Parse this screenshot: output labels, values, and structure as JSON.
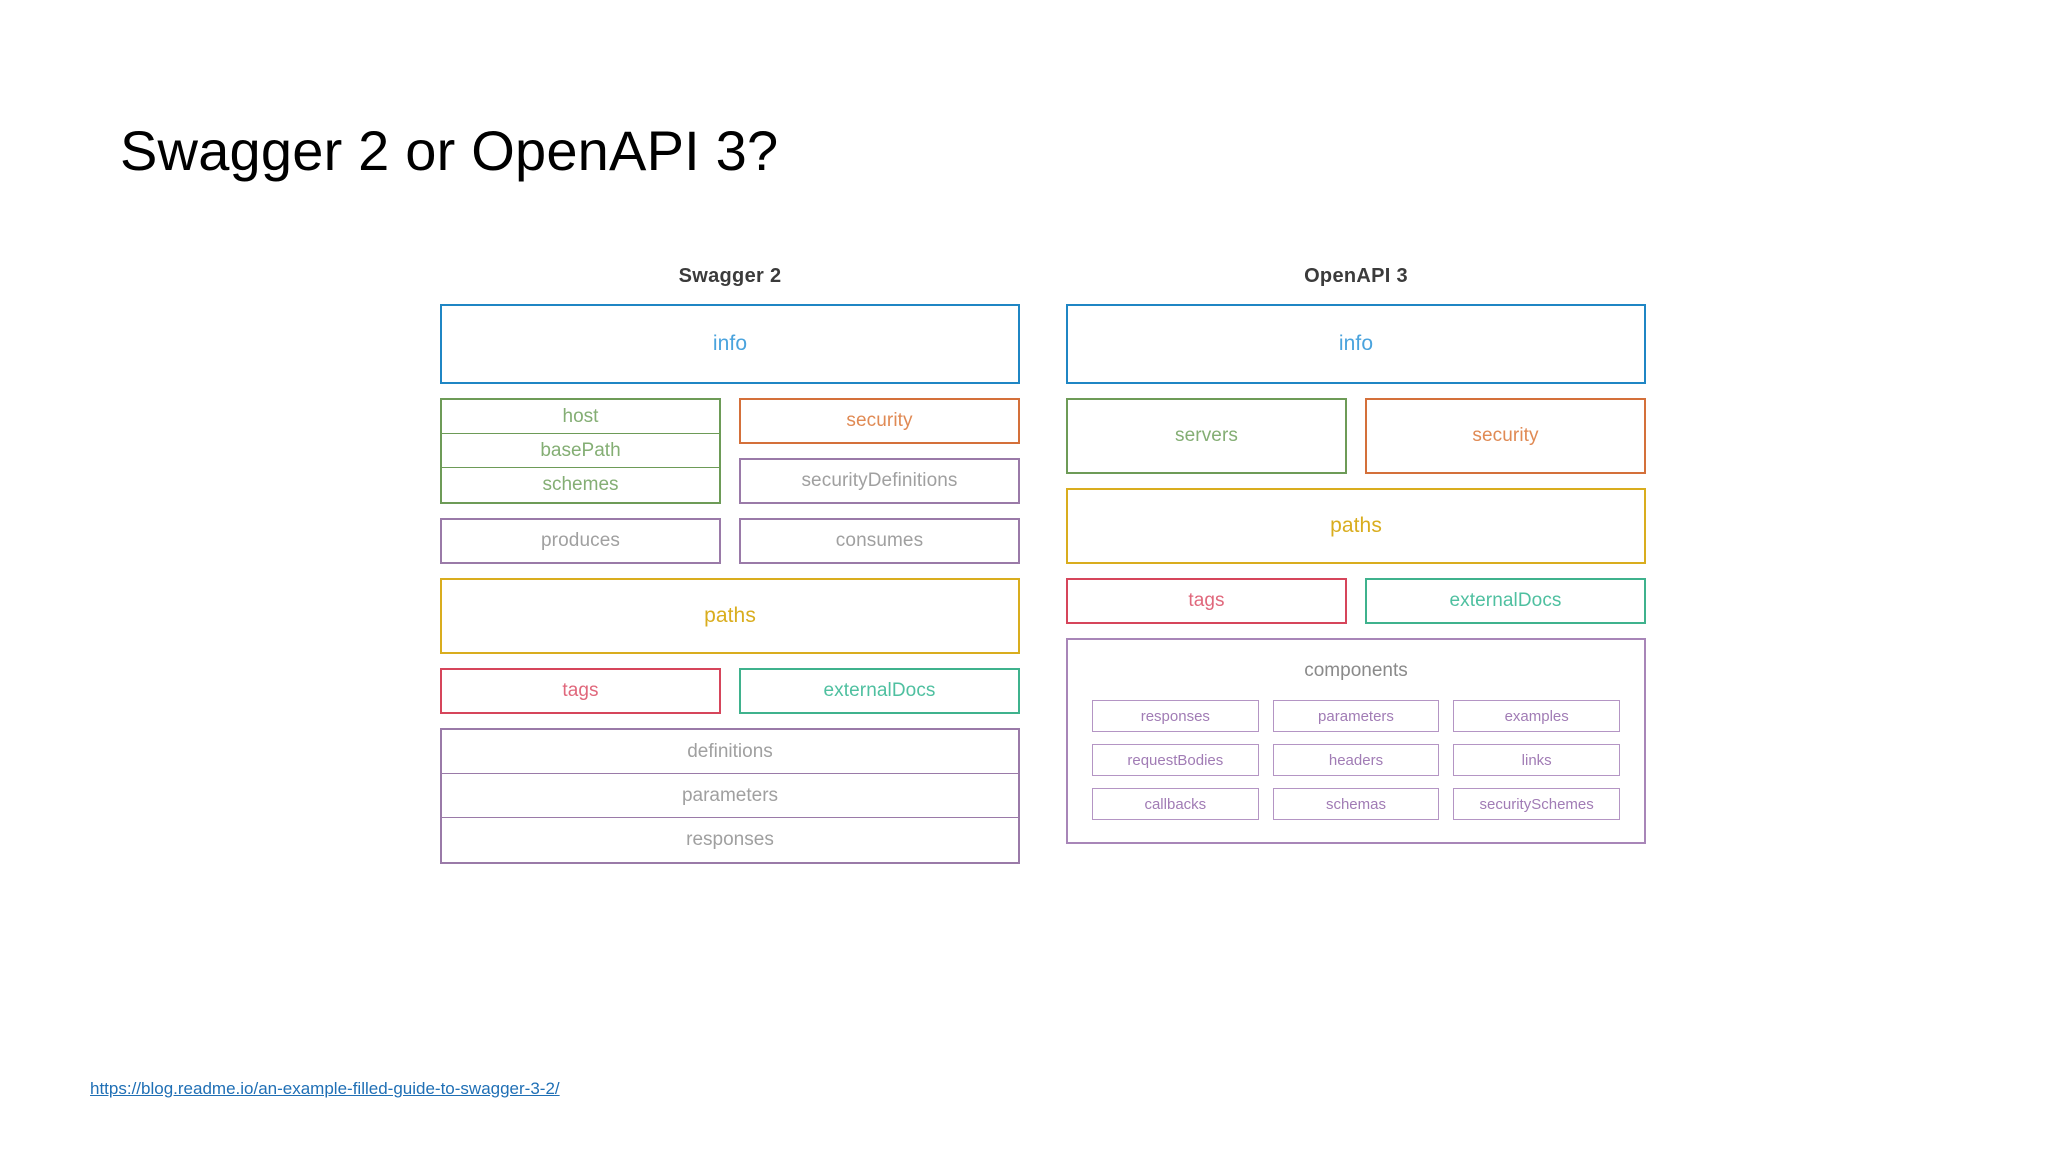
{
  "slide": {
    "title": "Swagger 2 or OpenAPI 3?",
    "source_url": "https://blog.readme.io/an-example-filled-guide-to-swagger-3-2/"
  },
  "colors": {
    "info_blue": "#1f86c4",
    "server_green": "#6d9b57",
    "security_orange": "#d4703a",
    "neutral_purple": "#9a7aa8",
    "paths_gold": "#d9ad1e",
    "tags_red": "#d6455b",
    "external_docs_teal": "#3fb28d",
    "components_lilac": "#a886b8",
    "title_black": "#000000",
    "link_blue": "#1f6fb5"
  },
  "swagger2": {
    "header": "Swagger 2",
    "info": "info",
    "server_group": [
      "host",
      "basePath",
      "schemes"
    ],
    "security": "security",
    "security_definitions": "securityDefinitions",
    "produces": "produces",
    "consumes": "consumes",
    "paths": "paths",
    "tags": "tags",
    "external_docs": "externalDocs",
    "definitions_group": [
      "definitions",
      "parameters",
      "responses"
    ]
  },
  "openapi3": {
    "header": "OpenAPI 3",
    "info": "info",
    "servers": "servers",
    "security": "security",
    "paths": "paths",
    "tags": "tags",
    "external_docs": "externalDocs",
    "components_title": "components",
    "components": [
      "responses",
      "parameters",
      "examples",
      "requestBodies",
      "headers",
      "links",
      "callbacks",
      "schemas",
      "securitySchemes"
    ]
  }
}
